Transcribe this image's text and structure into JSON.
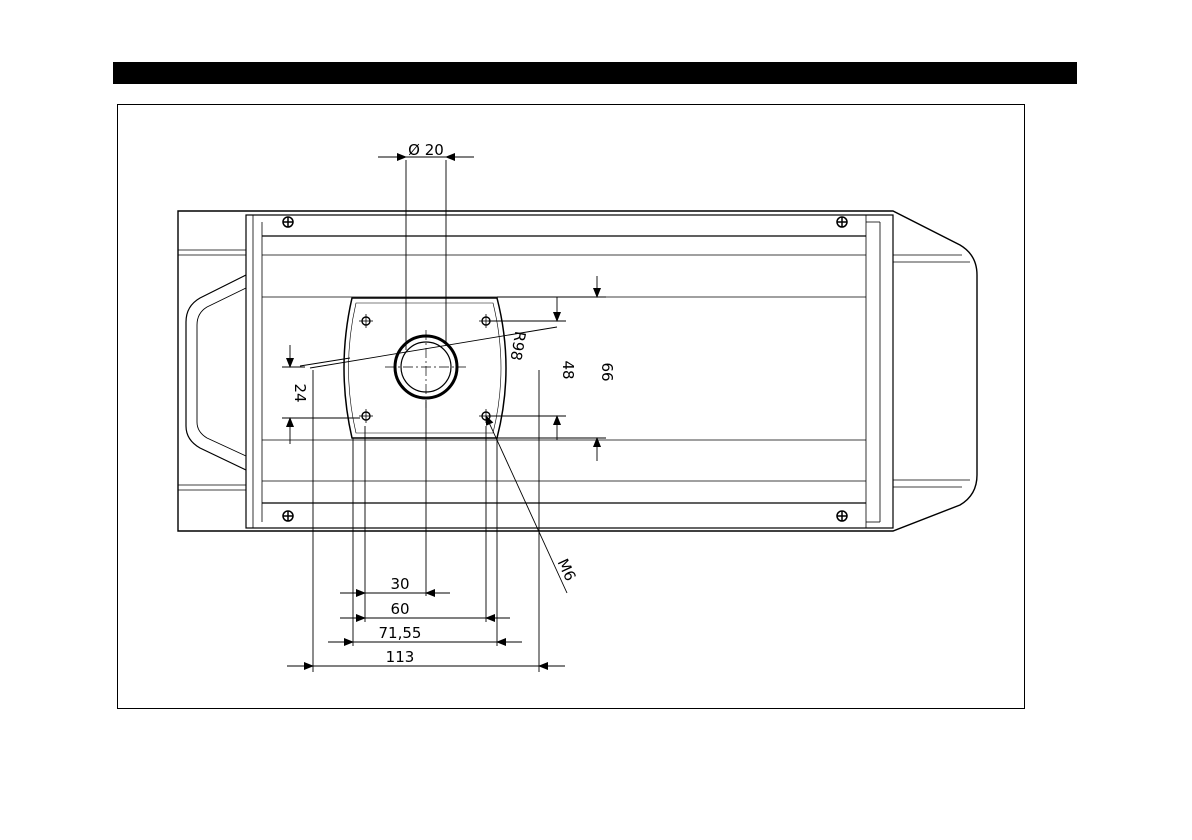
{
  "dimensions": {
    "diameter": "Ø 20",
    "radius": "R98",
    "d24": "24",
    "d48": "48",
    "d66": "66",
    "thread": "M6",
    "d30": "30",
    "d60": "60",
    "d71": "71,55",
    "d113": "113"
  }
}
